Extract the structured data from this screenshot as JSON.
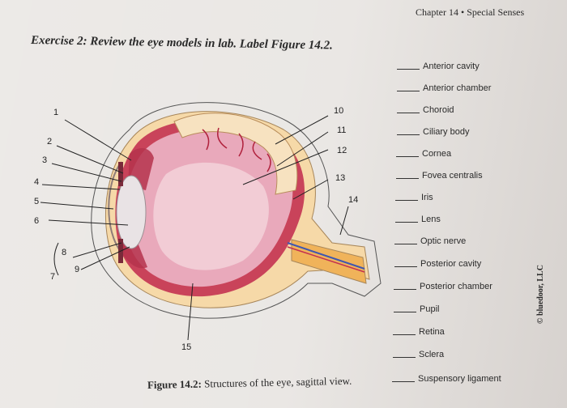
{
  "header": {
    "chapter_title": "Chapter 14 • Special Senses"
  },
  "exercise": {
    "instruction": "Exercise 2: Review the eye models in lab. Label Figure 14.2."
  },
  "caption": {
    "figure_label": "Figure 14.2:",
    "figure_text": "Structures of the eye, sagittal view."
  },
  "label_list": [
    "Anterior cavity",
    "Anterior chamber",
    "Choroid",
    "Ciliary body",
    "Cornea",
    "Fovea centralis",
    "Iris",
    "Lens",
    "Optic nerve",
    "Posterior cavity",
    "Posterior chamber",
    "Pupil",
    "Retina",
    "Sclera",
    "Suspensory ligament"
  ],
  "diagram_numbers": [
    "1",
    "2",
    "3",
    "4",
    "5",
    "6",
    "7",
    "8",
    "9",
    "10",
    "11",
    "12",
    "13",
    "14",
    "15"
  ],
  "copyright": "© bluedoor, LLC",
  "colors": {
    "sclera": "#f6d9a8",
    "choroid": "#c9435a",
    "retina_vessels": "#b0213c",
    "vitreous": "#e9a9bb",
    "lens": "#e9e3e5",
    "optic_nerve": "#f0b35a",
    "artery": "#3f57b0"
  }
}
